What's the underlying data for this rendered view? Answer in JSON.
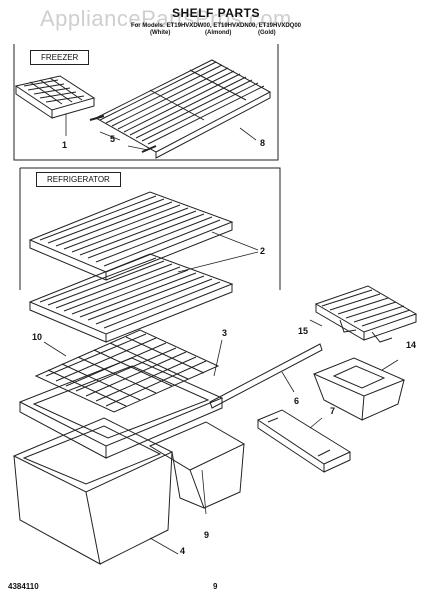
{
  "header": {
    "title": "SHELF PARTS",
    "watermark": "AppliancePartsPros.com",
    "models": "For Models: ET19HVXDW00, ET19HVXDN00, ET19HVXDQ00",
    "color_white": "(White)",
    "color_almond": "(Almond)",
    "color_gold": "(Gold)"
  },
  "sections": {
    "freezer": "FREEZER",
    "refrigerator": "REFRIGERATOR"
  },
  "callouts": {
    "c1": "1",
    "c2": "2",
    "c3": "3",
    "c4": "4",
    "c5": "5",
    "c6": "6",
    "c7": "7",
    "c8": "8",
    "c9": "9",
    "c10": "10",
    "c14": "14",
    "c15": "15"
  },
  "footer": {
    "doc_number": "4384110",
    "page_number": "9"
  }
}
